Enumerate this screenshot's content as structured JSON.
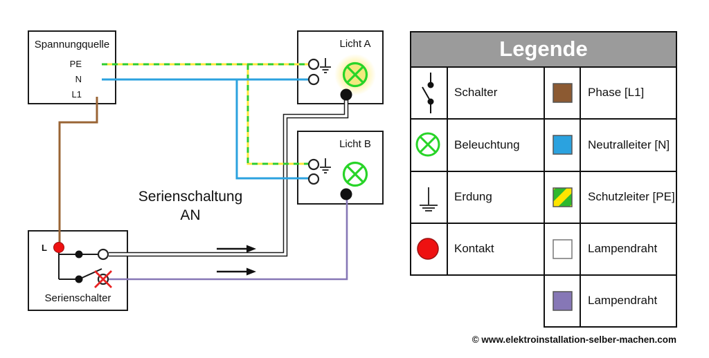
{
  "diagram": {
    "state_title": {
      "line1": "Serienschaltung",
      "line2": "AN"
    },
    "source_box": {
      "title": "Spannungquelle",
      "terminals": [
        "PE",
        "N",
        "L1"
      ]
    },
    "light_a": {
      "title": "Licht A"
    },
    "light_b": {
      "title": "Licht B"
    },
    "switch_box": {
      "title": "Serienschalter",
      "terminal_label": "L"
    }
  },
  "legend": {
    "title": "Legende",
    "rows": [
      {
        "symbol": "switch-icon",
        "symbol_label": "Schalter",
        "swatch_label": "Phase [L1]"
      },
      {
        "symbol": "lamp-icon",
        "symbol_label": "Beleuchtung",
        "swatch_label": "Neutralleiter [N]"
      },
      {
        "symbol": "earth-icon",
        "symbol_label": "Erdung",
        "swatch_label": "Schutzleiter [PE]"
      },
      {
        "symbol": "contact-icon",
        "symbol_label": "Kontakt",
        "swatch_label": "Lampendraht"
      },
      {
        "swatch_label": "Lampendraht"
      }
    ]
  },
  "footer": {
    "copyright": "© www.elektroinstallation-selber-machen.com"
  },
  "colors": {
    "phase_brown": "#9A6435",
    "swatch_brown": "#8C5A32",
    "neutral_blue": "#2BA2DF",
    "pe_yellow": "#FFE73C",
    "pe_green": "#2FCC2F",
    "pe_swatch_green": "#2EB82E",
    "pe_swatch_yellow": "#FFE500",
    "lamp_purple": "#8677B6",
    "lamp_white": "#FFFFFF",
    "contact_red": "#EE1111",
    "lamp_green": "#28D428",
    "legend_header_gray": "#9B9B9B"
  }
}
